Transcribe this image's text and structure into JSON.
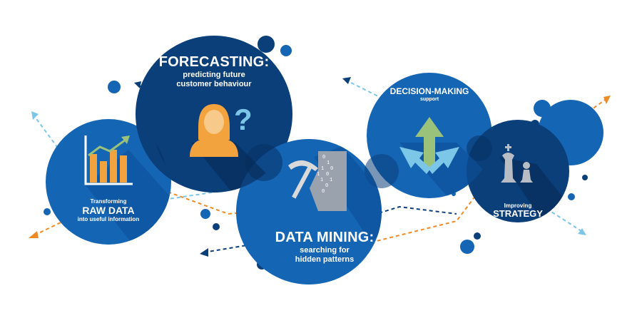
{
  "nodes": {
    "raw_data": {
      "line1": "Transforming",
      "line2": "RAW DATA",
      "line3": "into useful information"
    },
    "forecasting": {
      "title": "FORECASTING:",
      "line2": "predicting future",
      "line3": "customer behaviour"
    },
    "data_mining": {
      "title": "DATA MINING:",
      "line2": "searching for",
      "line3": "hidden patterns"
    },
    "decision_making": {
      "title": "DECISION-MAKING",
      "line2": "support"
    },
    "strategy": {
      "line1": "Improving",
      "line2": "STRATEGY"
    }
  },
  "binary_digits": [
    "0",
    "1",
    "1",
    "0",
    "1",
    "0",
    "0",
    "1",
    "1",
    "0"
  ],
  "colors": {
    "bright_blue": "#0f6fc6",
    "mid_blue": "#1565b5",
    "dark_blue": "#0b3f7a",
    "navy": "#083263",
    "orange_dashes": "#f08a24",
    "light_blue_dashes": "#7cc6e8",
    "person_orange": "#f3a33d",
    "arrow_green": "#9bc27a",
    "chess_gray": "#b8bcc4"
  }
}
